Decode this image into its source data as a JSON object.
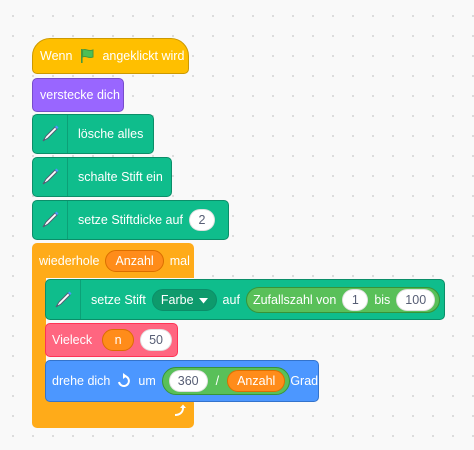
{
  "script": {
    "hat": {
      "text": "Wenn",
      "text2": "angeklickt wird",
      "flag_icon": "green-flag-icon"
    },
    "hide": {
      "text": "verstecke dich"
    },
    "clear": {
      "text": "lösche alles"
    },
    "pen_down": {
      "text": "schalte Stift ein"
    },
    "pen_size": {
      "text": "setze Stiftdicke auf",
      "value": "2"
    },
    "repeat": {
      "text": "wiederhole",
      "var": "Anzahl",
      "text2": "mal"
    },
    "set_pen": {
      "text": "setze Stift",
      "dropdown": "Farbe",
      "text2": "auf",
      "random": {
        "text": "Zufallszahl von",
        "from": "1",
        "text2": "bis",
        "to": "100"
      }
    },
    "polygon": {
      "text": "Vieleck",
      "arg1": "n",
      "arg2": "50"
    },
    "turn": {
      "text": "drehe dich",
      "text2": "um",
      "num": "360",
      "op": "/",
      "var": "Anzahl",
      "text3": "Grad"
    }
  },
  "colors": {
    "events": "#ffbf00",
    "looks": "#9966ff",
    "pen": "#0fbd8c",
    "control": "#ffab19",
    "custom": "#ff6680",
    "motion": "#4c97ff",
    "variable": "#ff8c1a",
    "operator": "#59c059"
  }
}
